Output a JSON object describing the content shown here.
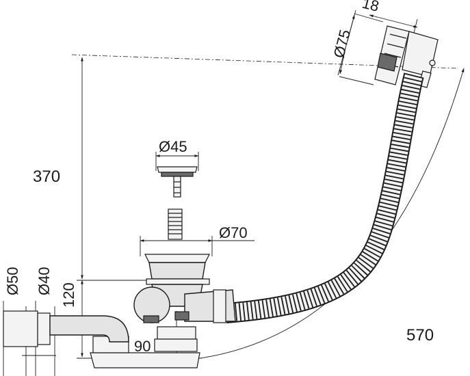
{
  "dimensions": {
    "overflow_diameter": "Ø75",
    "overflow_depth": "18",
    "stopper_diameter": "Ø45",
    "outlet_diameter": "Ø70",
    "height_overflow": "370",
    "height_trap": "120",
    "pipe_outer": "Ø50",
    "pipe_inner": "Ø40",
    "trap_offset": "90",
    "hose_length": "570"
  },
  "colors": {
    "line": "#1a1a1a",
    "fill": "#e4e4e4"
  }
}
